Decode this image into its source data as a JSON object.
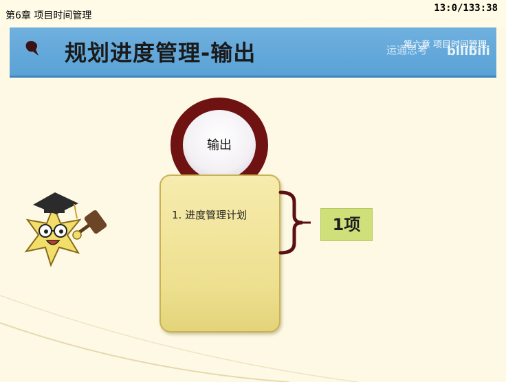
{
  "header": {
    "chapter_label": "第6章 项目时间管理",
    "timer": "13:0/133:38"
  },
  "banner": {
    "title": "规划进度管理-输出",
    "subtitle": "第六章 项目时间管理",
    "watermark_text": "运通思考",
    "watermark_logo": "bilibili"
  },
  "diagram": {
    "ring_label": "输出",
    "items": [
      "1. 进度管理计划"
    ],
    "count_label": "1项"
  },
  "colors": {
    "banner": "#5aa2d6",
    "ring": "#6e1212",
    "box": "#ede08f",
    "count_box": "#cfe07a"
  }
}
